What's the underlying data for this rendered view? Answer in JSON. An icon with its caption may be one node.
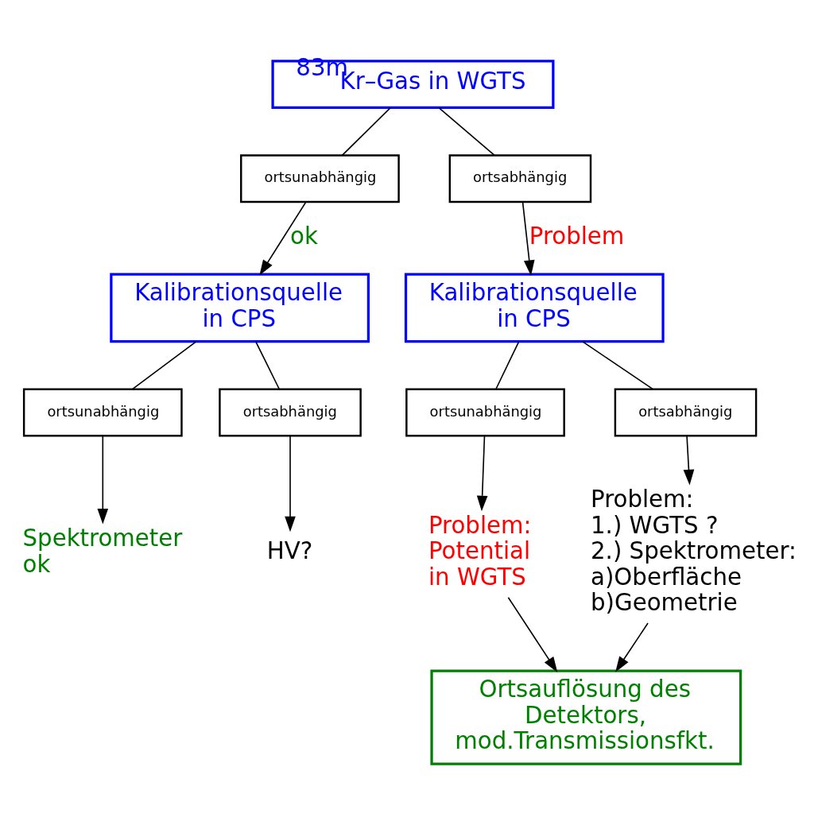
{
  "diagram": {
    "nodes": [
      {
        "text": [
          "$^{83m}$Kr–Gas in WGTS"
        ]
      },
      {
        "text": [
          "ortsunabhängig"
        ]
      },
      {
        "text": [
          "ortsabhängig"
        ]
      },
      {
        "text": [
          "Kalibrationsquelle in CPS"
        ]
      },
      {
        "text": [
          "Kalibrationsquelle in CPS"
        ]
      },
      {
        "text": [
          "ortsunabhängig"
        ]
      },
      {
        "text": [
          "ortsabhängig"
        ]
      },
      {
        "text": [
          "ortsunabhängig"
        ]
      },
      {
        "text": [
          "ortsabhängig"
        ]
      },
      {
        "text": [
          "Spektrometer ok"
        ]
      },
      {
        "text": [
          "HV?"
        ]
      },
      {
        "text": [
          "Problem: Potential in WGTS"
        ]
      },
      {
        "text": [
          "Problem:",
          "1.) WGTS ?",
          "2.) Spektrometer:",
          "a)Oberfläche",
          "b)Geometrie"
        ]
      },
      {
        "text": [
          "Ortsauflösung des Detektors, mod.Transmissionsfkt."
        ]
      }
    ],
    "edges": [
      {
        "from": 0,
        "to": 1,
        "arrow": "none"
      },
      {
        "from": 0,
        "to": 2,
        "arrow": "none"
      },
      {
        "from": 1,
        "to": 3,
        "arrow": "to",
        "label": "ok"
      },
      {
        "from": 2,
        "to": 4,
        "arrow": "to",
        "label": "Problem"
      },
      {
        "from": 3,
        "to": 5,
        "arrow": "none"
      },
      {
        "from": 3,
        "to": 6,
        "arrow": "none"
      },
      {
        "from": 4,
        "to": 7,
        "arrow": "none"
      },
      {
        "from": 4,
        "to": 8,
        "arrow": "none"
      },
      {
        "from": 5,
        "to": 9,
        "arrow": "to"
      },
      {
        "from": 6,
        "to": 10,
        "arrow": "to"
      },
      {
        "from": 7,
        "to": 11,
        "arrow": "to"
      },
      {
        "from": 8,
        "to": 12,
        "arrow": "to"
      },
      {
        "from": 11,
        "to": 13,
        "arrow": "to"
      },
      {
        "from": 12,
        "to": 13,
        "arrow": "to"
      }
    ]
  }
}
